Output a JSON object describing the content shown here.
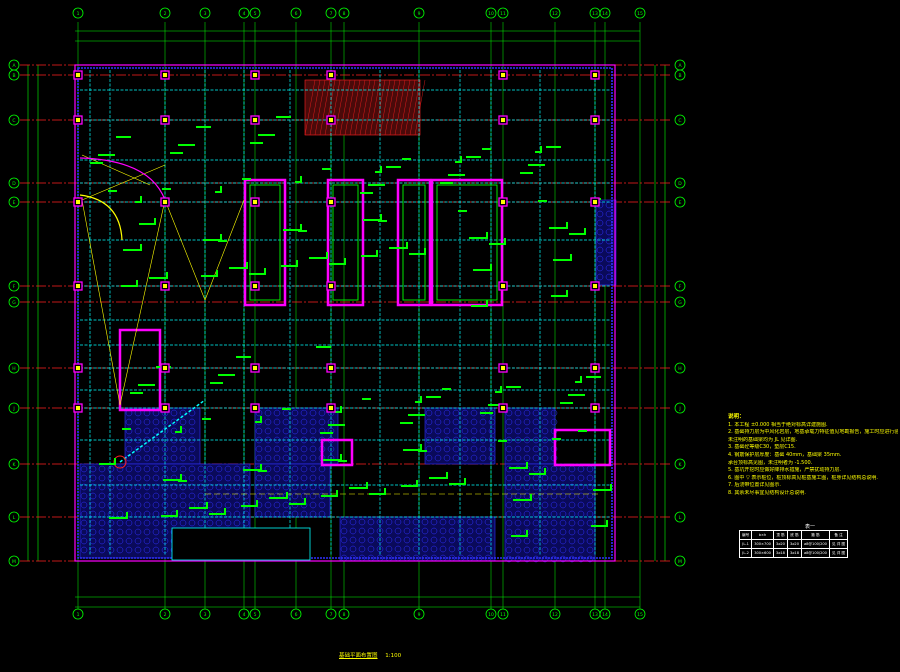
{
  "drawing": {
    "caption": "基础平面布置图",
    "scale": "1:100"
  },
  "grid": {
    "top_axes": [
      "1",
      "2",
      "3",
      "4",
      "5",
      "6",
      "7",
      "8",
      "9",
      "10",
      "11",
      "12",
      "13",
      "14",
      "15"
    ],
    "left_axes": [
      "A",
      "B",
      "C",
      "D",
      "E",
      "F",
      "G",
      "H",
      "J",
      "K",
      "L",
      "M"
    ]
  },
  "notes": {
    "title": "说明：",
    "lines": [
      "1. 本工程 ±0.000 相当于绝对标高详建施图.",
      "2. 基础持力层为中风化岩层，地基承载力特征值见地勘报告，施工时应进行验槽.",
      "   未注明的基础梁均为 JL 见详图.",
      "3. 基础砼等级C30，垫层C15.",
      "4. 钢筋保护层厚度：基础 40mm，基础梁 35mm.",
      "   承台顶标高见图，未注明者为 -1.500.",
      "5. 基坑开挖时应做好降排水措施，严禁扰动持力层.",
      "6. 图中 ▽ 表示桩位，桩顶标高见桩基施工图，桩身详见结构总说明.",
      "7. 后浇带位置详见图示.",
      "8. 其余未尽事宜见结构设计总说明."
    ]
  },
  "schedule": {
    "title": "表一",
    "header": [
      "编号",
      "b×h",
      "顶 筋",
      "底 筋",
      "箍 筋",
      "备 注"
    ],
    "rows": [
      [
        "JL-1",
        "300×700",
        "3⌀20",
        "3⌀20",
        "⌀8@100/200",
        "见 详 图"
      ],
      [
        "JL-2",
        "300×600",
        "3⌀18",
        "3⌀18",
        "⌀8@100/200",
        "见 详 图"
      ]
    ]
  },
  "colors": {
    "grid_red": "#ff2020",
    "magenta": "#ff00ff",
    "green": "#00ff00",
    "blue": "#3030ff",
    "yellow": "#ffff00",
    "cyan": "#00ffff"
  }
}
